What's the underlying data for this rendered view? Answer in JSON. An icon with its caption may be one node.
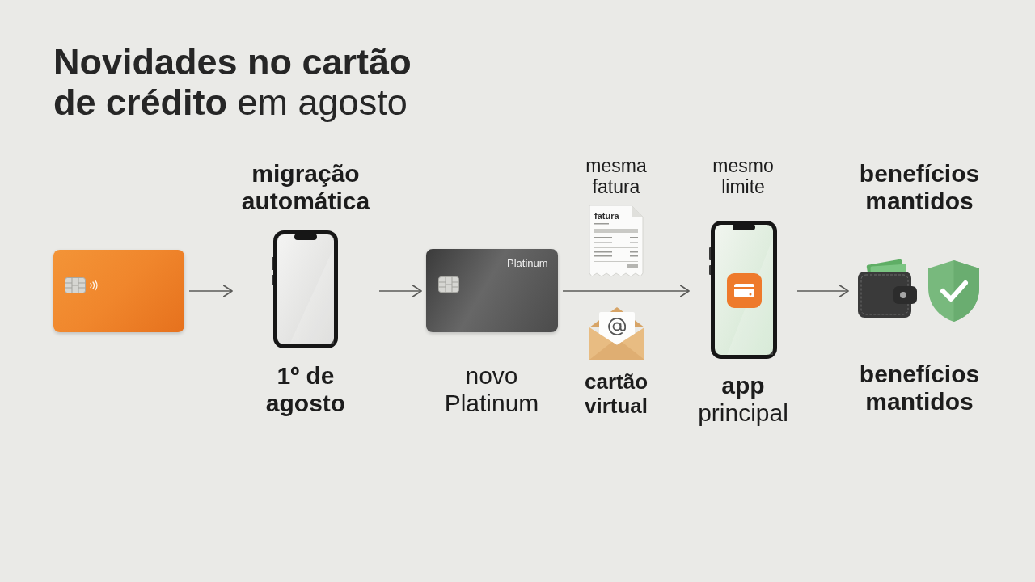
{
  "diagram": {
    "title": "**Novidades no cartão de crédito** em agosto",
    "nodes": [
      {
        "text": [],
        "shape": "picture"
      },
      {
        "text": [
          "migração automática",
          "1º de agosto"
        ]
      },
      {
        "text": [
          "Platinum",
          "novo Platinum"
        ]
      },
      {
        "text": [
          "mesma fatura",
          "fatura"
        ]
      },
      {
        "text": [
          "cartão virtual"
        ]
      },
      {
        "text": [
          "mesmo limite",
          "**app** principal"
        ]
      },
      {
        "text": [
          "benefícios mantidos",
          "benefícios mantidos"
        ]
      }
    ],
    "edges": [
      {
        "from": 0,
        "to": 1,
        "arrow": "to"
      },
      {
        "from": 1,
        "to": 2,
        "arrow": "to"
      },
      {
        "from": 2,
        "to": 5,
        "arrow": "to"
      },
      {
        "from": 5,
        "to": 6,
        "arrow": "to"
      }
    ]
  }
}
